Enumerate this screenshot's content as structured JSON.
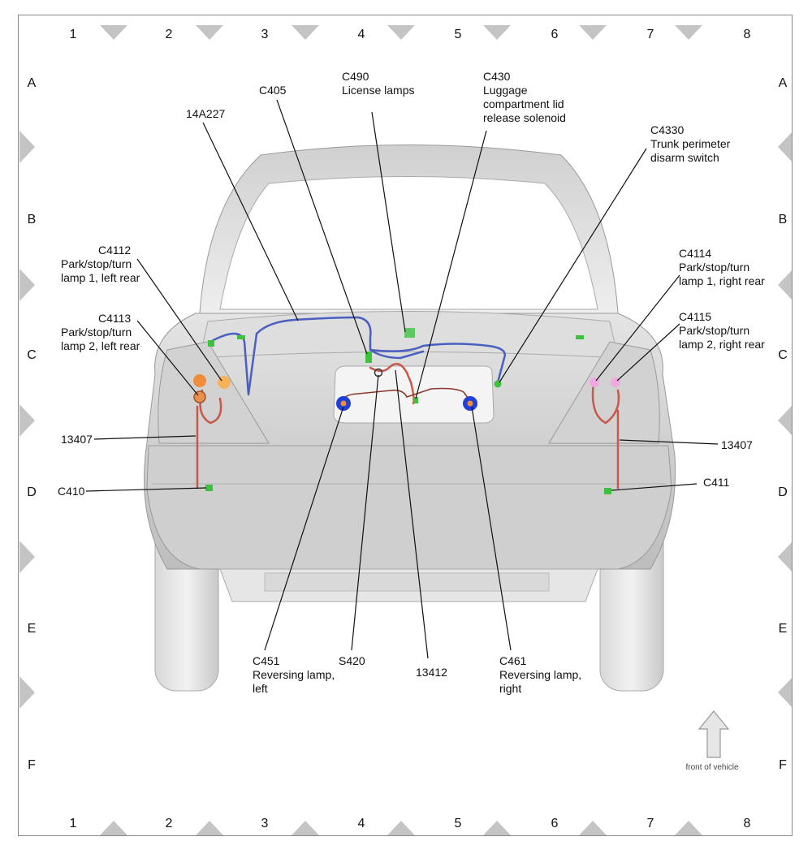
{
  "grid": {
    "columns": [
      "1",
      "2",
      "3",
      "4",
      "5",
      "6",
      "7",
      "8"
    ],
    "rows": [
      "A",
      "B",
      "C",
      "D",
      "E",
      "F"
    ]
  },
  "labels": {
    "c490": [
      "C490",
      "License lamps"
    ],
    "c430": [
      "C430",
      "Luggage",
      "compartment lid",
      "release solenoid"
    ],
    "c405": [
      "C405"
    ],
    "w14a227": [
      "14A227"
    ],
    "c4330": [
      "C4330",
      "Trunk perimeter",
      "disarm switch"
    ],
    "c4112": [
      "C4112",
      "Park/stop/turn",
      "lamp 1, left rear"
    ],
    "c4113": [
      "C4113",
      "Park/stop/turn",
      "lamp 2, left rear"
    ],
    "c4114": [
      "C4114",
      "Park/stop/turn",
      "lamp 1, right rear"
    ],
    "c4115": [
      "C4115",
      "Park/stop/turn",
      "lamp 2, right rear"
    ],
    "w13407_left": [
      "13407"
    ],
    "w13407_right": [
      "13407"
    ],
    "c410": [
      "C410"
    ],
    "c411": [
      "C411"
    ],
    "c451": [
      "C451",
      "Reversing lamp,",
      "left"
    ],
    "s420": [
      "S420"
    ],
    "w13412": [
      "13412"
    ],
    "c461": [
      "C461",
      "Reversing lamp,",
      "right"
    ]
  },
  "front_of_vehicle": "front of vehicle",
  "colors": {
    "harness_blue": "#4a5fc0",
    "harness_red": "#c8584a",
    "connector_green": "#3ec23e",
    "reversing_blue": "#1f3fd8",
    "lamp_orange": "#f0a050",
    "lamp_pink": "#f2a8e0"
  }
}
